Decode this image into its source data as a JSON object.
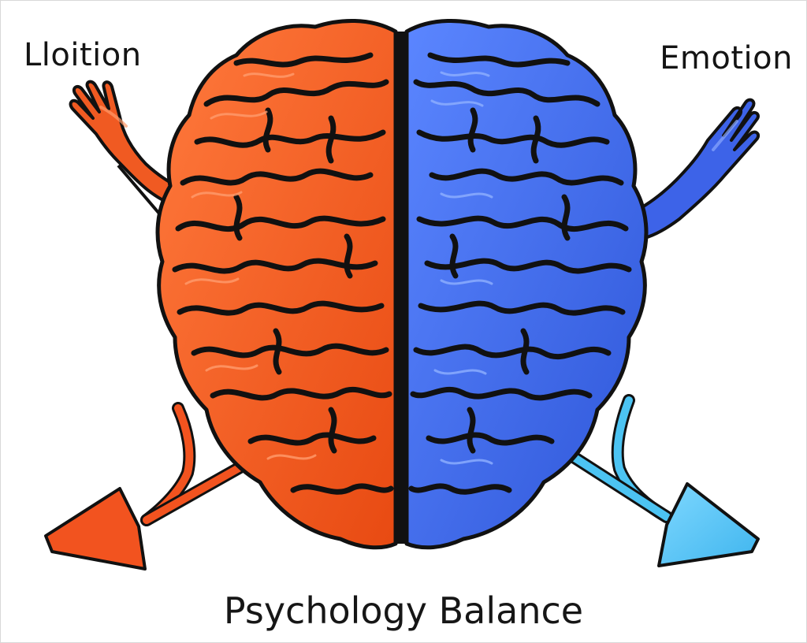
{
  "labels": {
    "left": "Lloition",
    "right": "Emotion",
    "title": "Psychology Balance"
  },
  "colors": {
    "left_hemisphere": "#f2571f",
    "right_hemisphere": "#3b66e6",
    "left_arrow": "#f2531f",
    "right_arrow": "#4cc3f2",
    "outline": "#111111"
  }
}
